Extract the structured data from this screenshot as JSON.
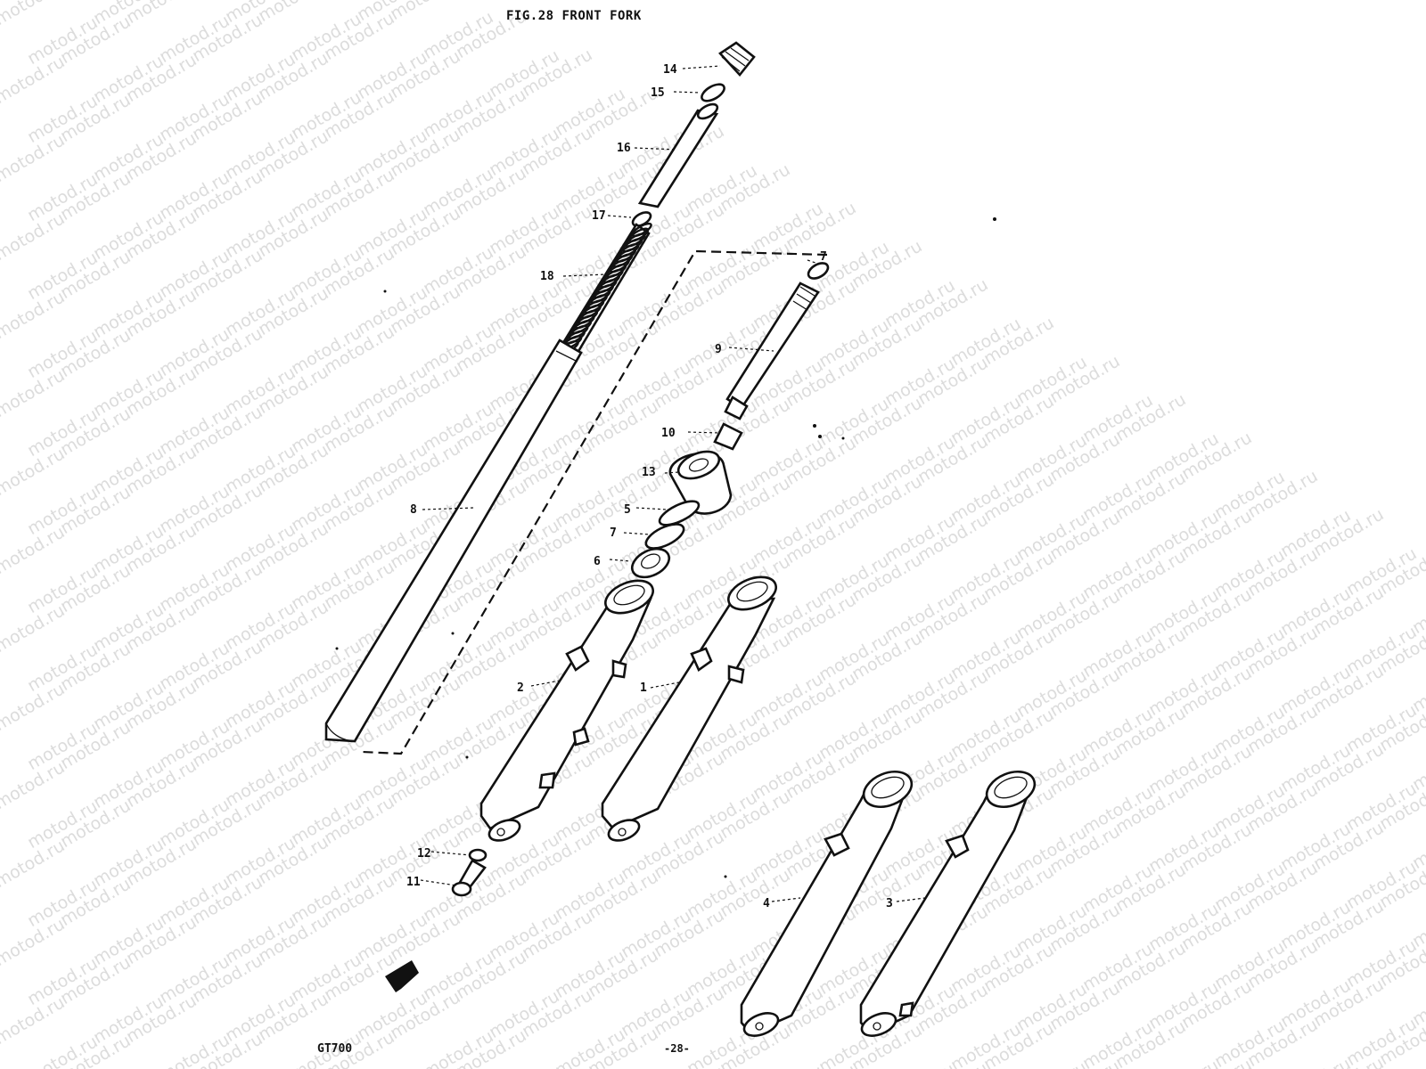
{
  "header": {
    "figure_title": "FIG.28  FRONT FORK"
  },
  "footer": {
    "model": "GT700",
    "page": "-28-"
  },
  "watermark": {
    "text": "motod.ru"
  },
  "callouts": {
    "c1": "1",
    "c2": "2",
    "c4": "4",
    "c3": "3",
    "c5": "5",
    "c6": "6",
    "c7a": "7",
    "c7b": "7",
    "c8": "8",
    "c9": "9",
    "c10": "10",
    "c11": "11",
    "c12": "12",
    "c13": "13",
    "c14": "14",
    "c15": "15",
    "c16": "16",
    "c17": "17",
    "c18": "18"
  }
}
